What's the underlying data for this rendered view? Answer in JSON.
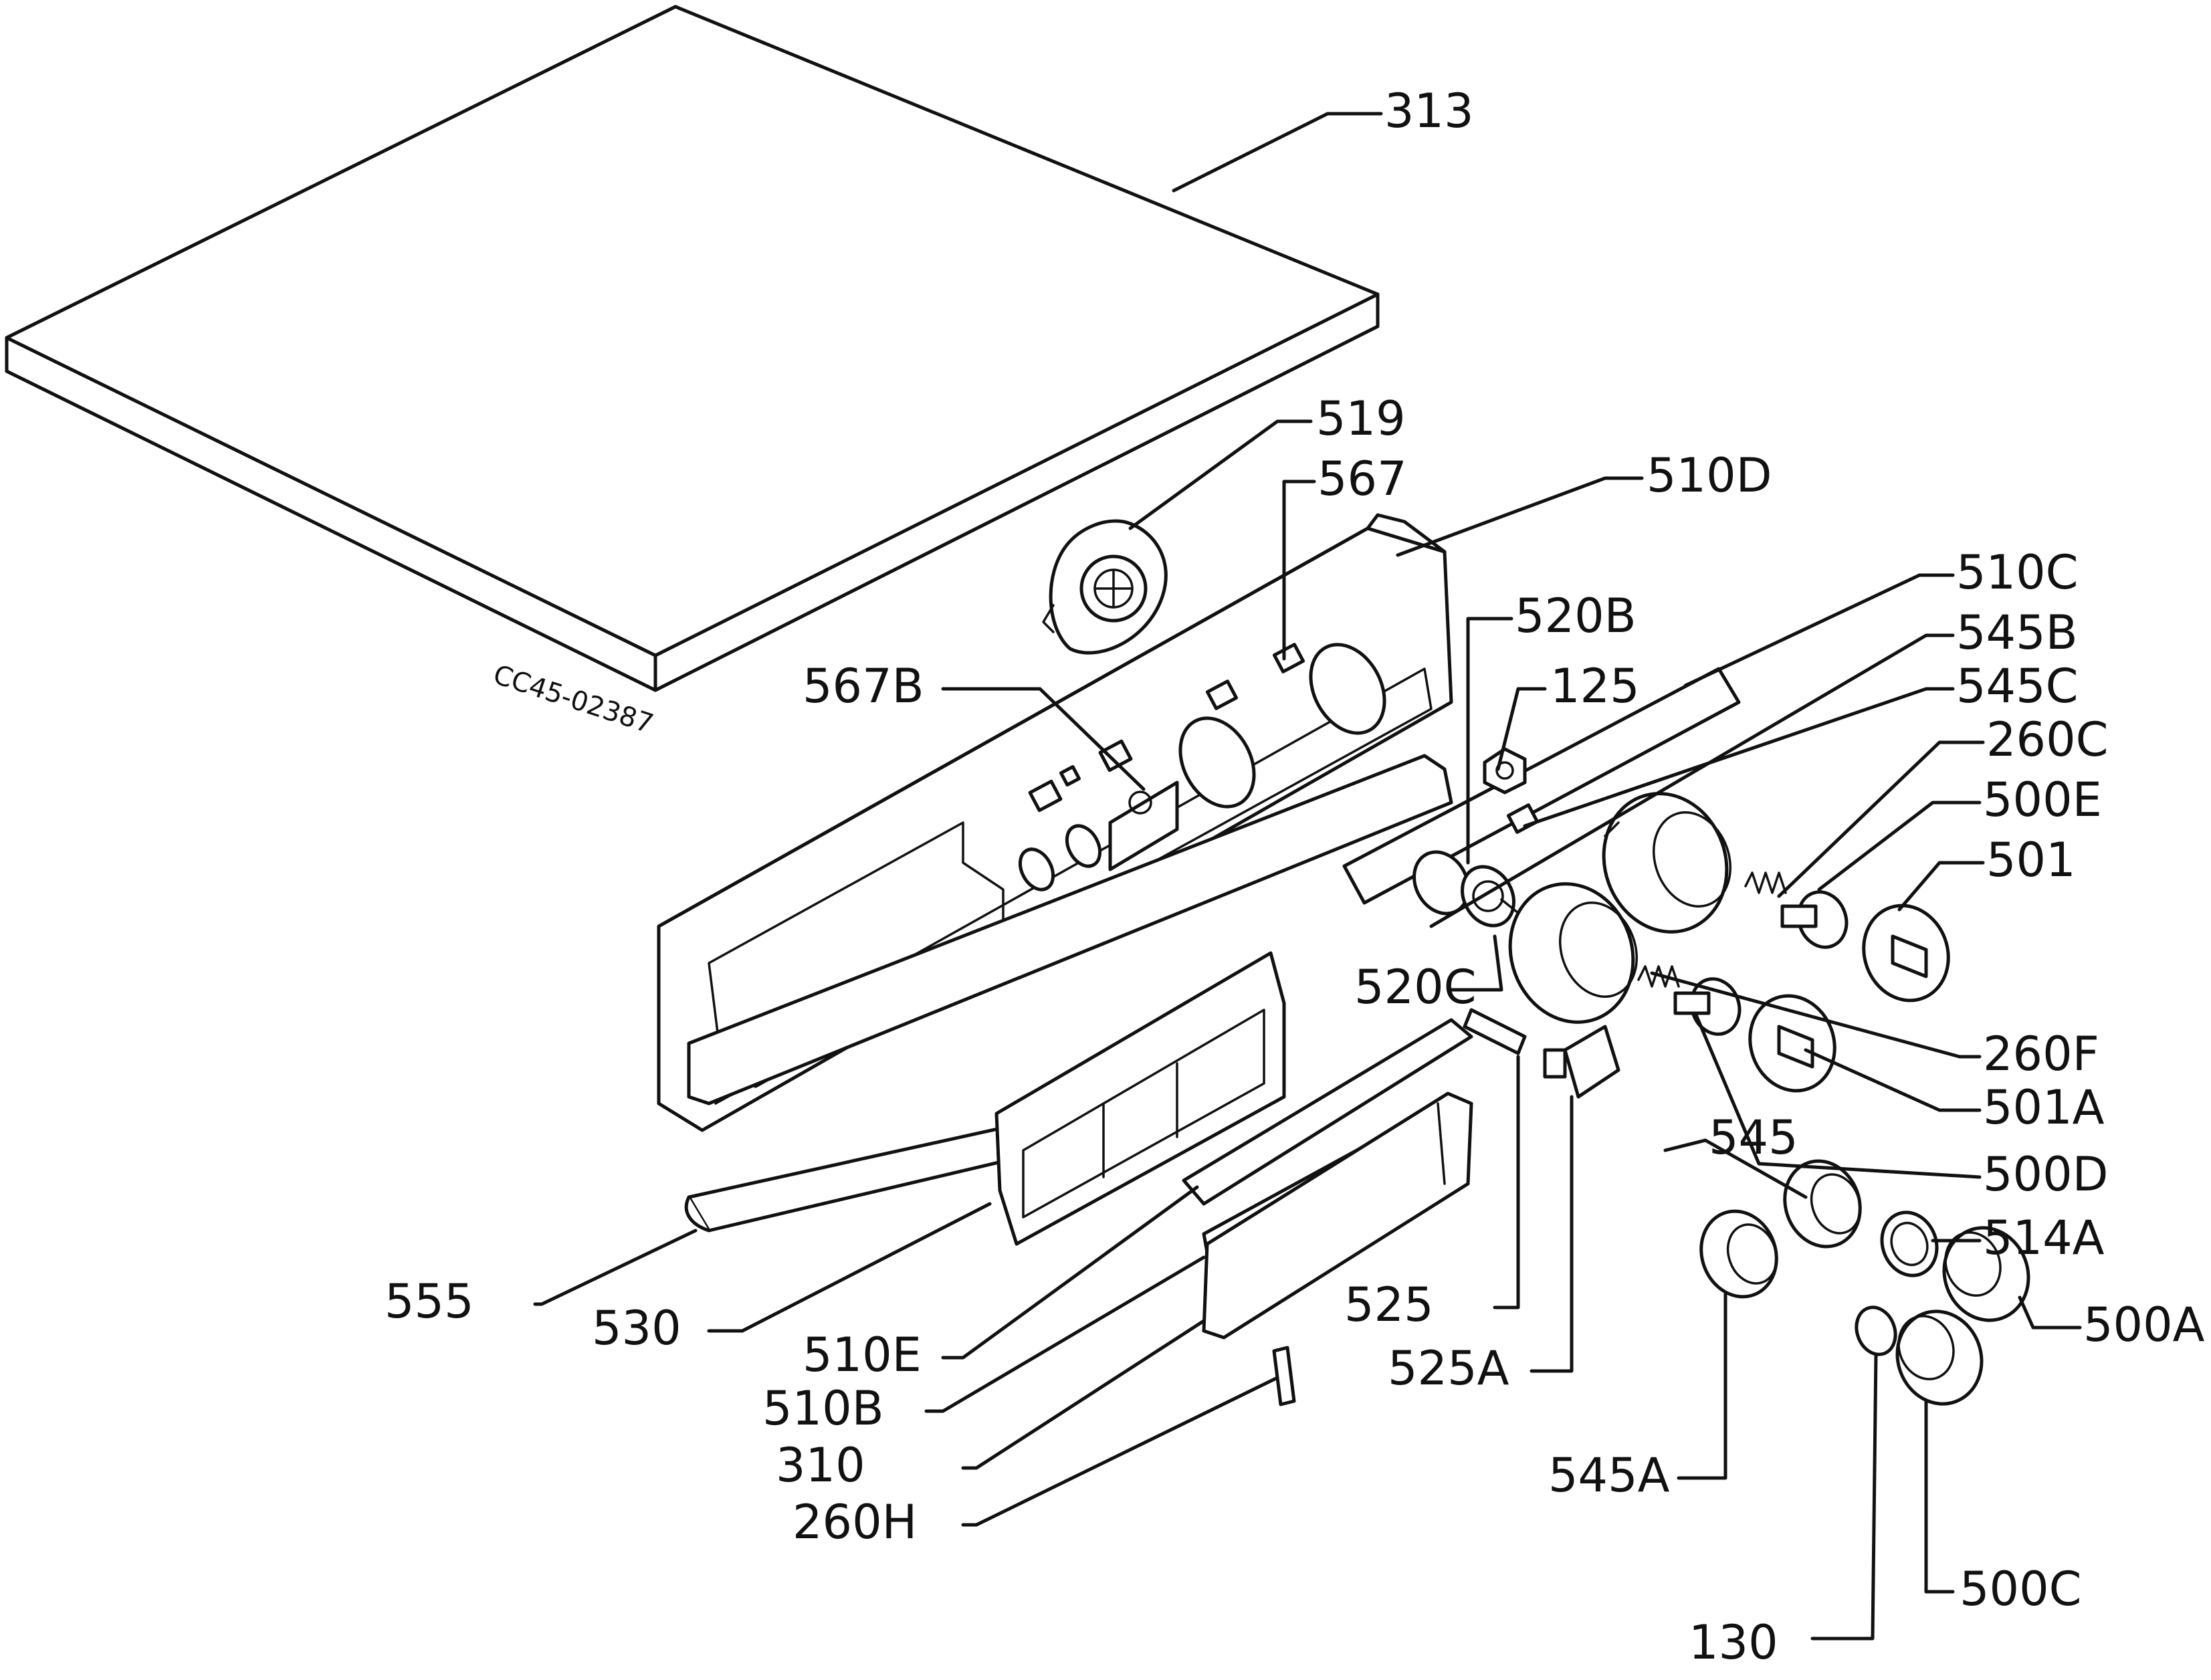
{
  "drawing_code": "CC45-02387",
  "labels": [
    {
      "id": "313",
      "text": "313"
    },
    {
      "id": "519",
      "text": "519"
    },
    {
      "id": "567",
      "text": "567"
    },
    {
      "id": "510D",
      "text": "510D"
    },
    {
      "id": "510C",
      "text": "510C"
    },
    {
      "id": "520B",
      "text": "520B"
    },
    {
      "id": "545B",
      "text": "545B"
    },
    {
      "id": "125",
      "text": "125"
    },
    {
      "id": "545C",
      "text": "545C"
    },
    {
      "id": "567B",
      "text": "567B"
    },
    {
      "id": "260C",
      "text": "260C"
    },
    {
      "id": "500E",
      "text": "500E"
    },
    {
      "id": "501",
      "text": "501"
    },
    {
      "id": "520C",
      "text": "520C"
    },
    {
      "id": "260F",
      "text": "260F"
    },
    {
      "id": "501A",
      "text": "501A"
    },
    {
      "id": "545",
      "text": "545"
    },
    {
      "id": "500D",
      "text": "500D"
    },
    {
      "id": "514A",
      "text": "514A"
    },
    {
      "id": "555",
      "text": "555"
    },
    {
      "id": "530",
      "text": "530"
    },
    {
      "id": "525",
      "text": "525"
    },
    {
      "id": "500A",
      "text": "500A"
    },
    {
      "id": "510E",
      "text": "510E"
    },
    {
      "id": "525A",
      "text": "525A"
    },
    {
      "id": "510B",
      "text": "510B"
    },
    {
      "id": "310",
      "text": "310"
    },
    {
      "id": "545A",
      "text": "545A"
    },
    {
      "id": "260H",
      "text": "260H"
    },
    {
      "id": "130",
      "text": "130"
    },
    {
      "id": "500C",
      "text": "500C"
    }
  ]
}
